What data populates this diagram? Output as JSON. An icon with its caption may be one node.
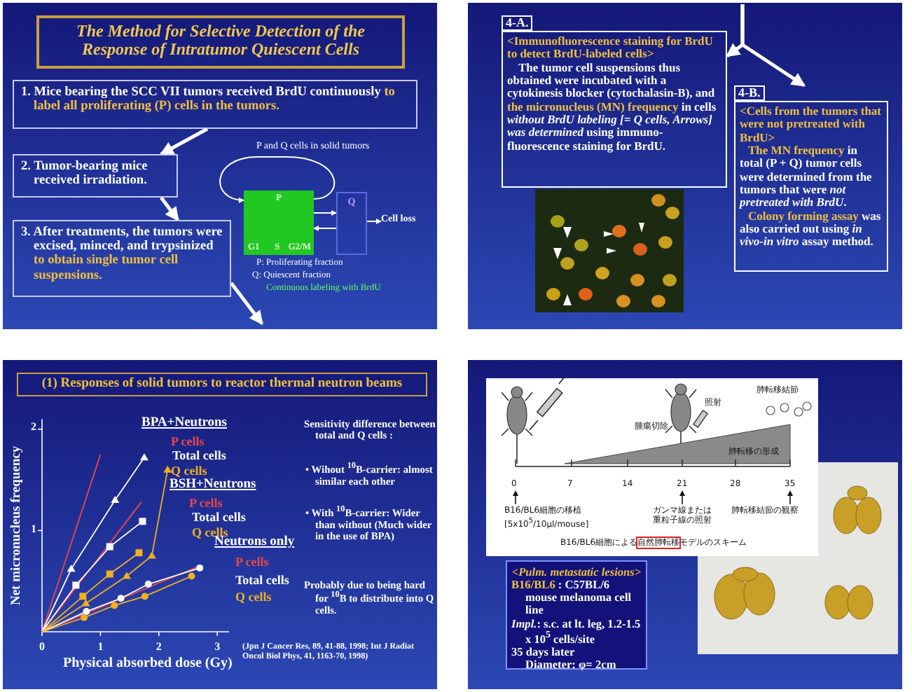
{
  "diagram": {
    "nodes": [
      {
        "text": [
          "The Method for Selective Detection of the Response of Intratumor Quiescent Cells"
        ]
      },
      {
        "text": [
          "1. Mice bearing the SCC VII tumors received BrdU continuously **to label all proliferating (P) cells in the tumors.**"
        ]
      },
      {
        "text": [
          "2. Tumor-bearing mice received irradiation."
        ]
      },
      {
        "text": [
          "3. After treatments, the tumors were excised, minced, and trypsinized **to obtain single tumor cell suspensions.**"
        ]
      },
      {
        "text": [
          "P",
          "G1",
          "S",
          "G2/M"
        ]
      },
      {
        "text": [
          "Q"
        ]
      },
      {
        "text": [
          "Cell loss"
        ]
      },
      {
        "text": [
          "4-A.",
          "<Immunofluorescence staining for BrdU to detect BrdU-labeled cells>",
          "The tumor cell suspensions thus obtained were incubated with a cytokinesis blocker (cytochalasin-B), and **the micronucleus (MN) frequency** in cells *without BrdU labeling [= Q cells, Arrows] was determined* using immuno-fluorescence staining for BrdU."
        ]
      },
      {
        "text": [
          "4-B.",
          "<Cells from the tumors that were not pretreated with BrdU>",
          "**The MN frequency** in total (P + Q) tumor cells were determined from the tumors that were *not pretreated with BrdU*.",
          "**Colony forming assay** was also carried out using *in vivo-in vitro* assay method."
        ]
      },
      {
        "text": [
          "(1) Responses of solid tumors to reactor thermal neutron beams"
        ]
      },
      {
        "text": [
          "<Pulm. metastatic lesions>",
          "**B16/BL6** : C57BL/6 mouse melanoma cell line",
          "*Impl.*: s.c. at lt. leg, 1.2-1.5 x 10$^{5}$ cells/site",
          "35 days later",
          "Diameter: φ= 2cm"
        ]
      }
    ],
    "edges": [
      {
        "from": 1,
        "to": 2,
        "arrow": "to"
      },
      {
        "from": 2,
        "to": 3,
        "arrow": "to"
      },
      {
        "from": 3,
        "to": null,
        "arrow": "to"
      },
      {
        "from": 4,
        "to": 4,
        "arrow": "to"
      },
      {
        "from": 4,
        "to": 5,
        "arrow": "to"
      },
      {
        "from": 5,
        "to": 4,
        "arrow": "to"
      },
      {
        "from": 5,
        "to": 6,
        "arrow": "to"
      },
      {
        "from": null,
        "to": 7,
        "arrow": "to"
      },
      {
        "from": null,
        "to": 8,
        "arrow": "to"
      }
    ],
    "labels": [
      "P and Q cells in solid tumors",
      "P: Proliferating fraction",
      "Q: Quiescent fraction",
      "Continuous labeling with BrdU",
      "Sensitivity difference between total and Q cells :",
      "• Wihout $^{10}$B-carrier: almost similar each other",
      "• With $^{10}$B-carrier: Wider than without (Much wider in the use of BPA)",
      "Probably due to being hard for $^{10}$B to distribute into Q cells.",
      "(Jpn J Cancer Res, 89, 41-88, 1998; Int J Radiat Oncol Biol Phys, 41, 1163-70, 1998)",
      "肺転移結節",
      "照射",
      "腫瘍切除",
      "肺転移の形成",
      "0",
      "7",
      "14",
      "21",
      "28",
      "35",
      "B16/BL6細胞の移植",
      "[5x10$^{5}$/10μl/mouse]",
      "ガンマ線または重粒子線の照射",
      "肺転移結節の観察",
      "B16/BL6細胞による**自然肺転移**モデルのスキーム"
    ],
    "chart_data": {
      "type": "line",
      "xlabel": "Physical absorbed dose (Gy)",
      "ylabel": "Net micronucleus frequency",
      "xlim": [
        0,
        3.2
      ],
      "ylim": [
        0,
        2.1
      ],
      "xticks": [
        0,
        1,
        2,
        3
      ],
      "yticks": [
        1,
        2
      ],
      "annotations": [
        "BPA+Neutrons",
        "BSH+Neutrons",
        "Neutrons only"
      ],
      "series": [
        {
          "name": "P cells",
          "color": "#e84848",
          "marker": "none",
          "x": [
            0,
            1.0
          ],
          "values": [
            0,
            1.75
          ]
        },
        {
          "name": "Total cells",
          "color": "#ffffff",
          "marker": "triangle",
          "x": [
            0,
            0.5,
            1.25,
            1.75
          ],
          "values": [
            0,
            0.62,
            1.3,
            1.72
          ]
        },
        {
          "name": "Q cells",
          "color": "#f0b020",
          "marker": "triangle",
          "x": [
            0,
            0.75,
            1.45,
            1.88,
            2.15
          ],
          "values": [
            0,
            0.28,
            0.55,
            0.75,
            1.6
          ]
        },
        {
          "name": "P cells",
          "color": "#e84848",
          "marker": "none",
          "x": [
            0,
            1.7
          ],
          "values": [
            0,
            1.28
          ]
        },
        {
          "name": "Total cells",
          "color": "#ffffff",
          "marker": "square",
          "x": [
            0,
            0.58,
            1.16,
            1.72
          ],
          "values": [
            0,
            0.46,
            0.84,
            1.09
          ]
        },
        {
          "name": "Q cells",
          "color": "#f0b020",
          "marker": "square",
          "x": [
            0,
            0.7,
            1.16,
            1.66
          ],
          "values": [
            0,
            0.35,
            0.57,
            0.78
          ]
        },
        {
          "name": "P cells",
          "color": "#e84848",
          "marker": "none",
          "x": [
            0,
            2.7
          ],
          "values": [
            0,
            0.65
          ]
        },
        {
          "name": "Total cells",
          "color": "#ffffff",
          "marker": "circle",
          "x": [
            0,
            0.76,
            1.35,
            1.82,
            2.7
          ],
          "values": [
            0,
            0.2,
            0.33,
            0.47,
            0.63
          ]
        },
        {
          "name": "Q cells",
          "color": "#f0b020",
          "marker": "circle",
          "x": [
            0,
            0.72,
            1.24,
            1.76,
            2.56
          ],
          "values": [
            0,
            0.14,
            0.26,
            0.35,
            0.55
          ]
        }
      ]
    }
  }
}
